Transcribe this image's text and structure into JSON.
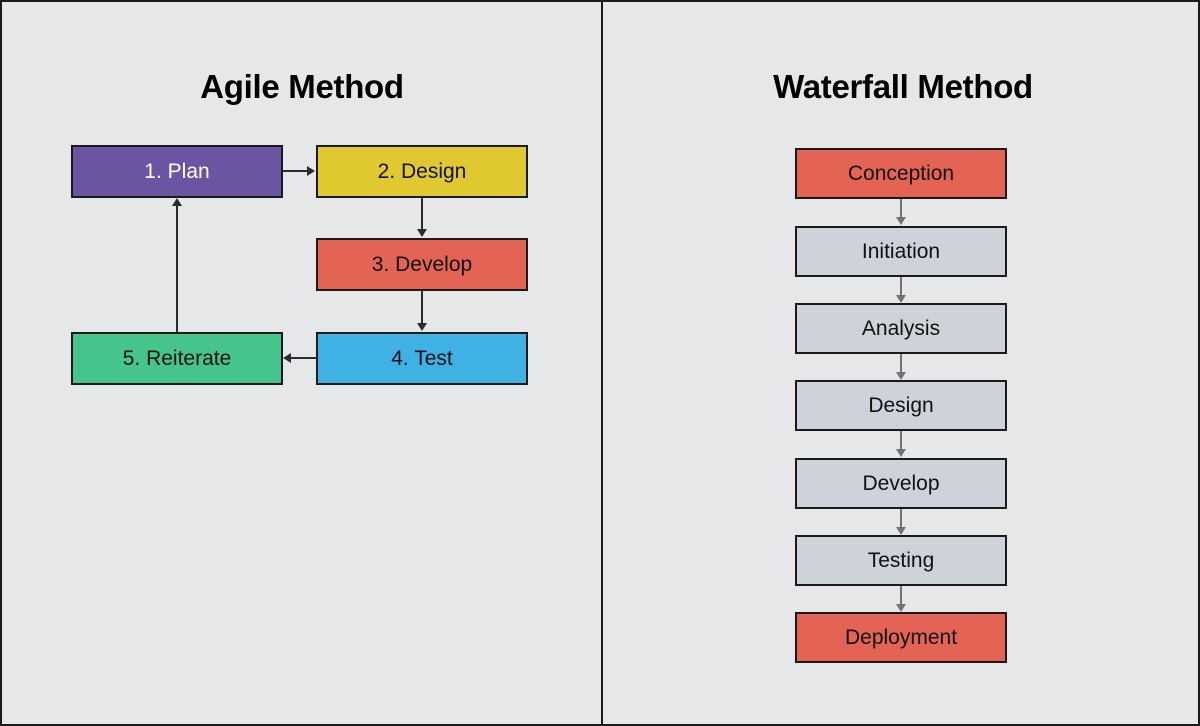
{
  "canvas": {
    "background_color": "#E5E7E9",
    "border_color": "#1A1A1A",
    "divider_color": "#1A1A1A"
  },
  "agile": {
    "title": "Agile Method",
    "nodes": [
      {
        "label": "1. Plan",
        "fill": "#6B55A3",
        "text_color": "#FFFFFF"
      },
      {
        "label": "2. Design",
        "fill": "#E0C930",
        "text_color": "#111111"
      },
      {
        "label": "3. Develop",
        "fill": "#E36354",
        "text_color": "#111111"
      },
      {
        "label": "4. Test",
        "fill": "#3FB1E3",
        "text_color": "#111111"
      },
      {
        "label": "5. Reiterate",
        "fill": "#45C58C",
        "text_color": "#111111"
      }
    ],
    "flow": [
      {
        "from": "1. Plan",
        "to": "2. Design",
        "direction": "right"
      },
      {
        "from": "2. Design",
        "to": "3. Develop",
        "direction": "down"
      },
      {
        "from": "3. Develop",
        "to": "4. Test",
        "direction": "down"
      },
      {
        "from": "4. Test",
        "to": "5. Reiterate",
        "direction": "left"
      },
      {
        "from": "5. Reiterate",
        "to": "1. Plan",
        "direction": "up"
      }
    ],
    "arrow_color": "#2B2B2B"
  },
  "waterfall": {
    "title": "Waterfall Method",
    "nodes": [
      {
        "label": "Conception",
        "fill": "#E36354",
        "text_color": "#111111"
      },
      {
        "label": "Initiation",
        "fill": "#CDD3D8",
        "text_color": "#111111"
      },
      {
        "label": "Analysis",
        "fill": "#CDD3D8",
        "text_color": "#111111"
      },
      {
        "label": "Design",
        "fill": "#CDD3D8",
        "text_color": "#111111"
      },
      {
        "label": "Develop",
        "fill": "#CDD3D8",
        "text_color": "#111111"
      },
      {
        "label": "Testing",
        "fill": "#CDD3D8",
        "text_color": "#111111"
      },
      {
        "label": "Deployment",
        "fill": "#E36354",
        "text_color": "#111111"
      }
    ],
    "arrow_color": "#6E7377"
  }
}
